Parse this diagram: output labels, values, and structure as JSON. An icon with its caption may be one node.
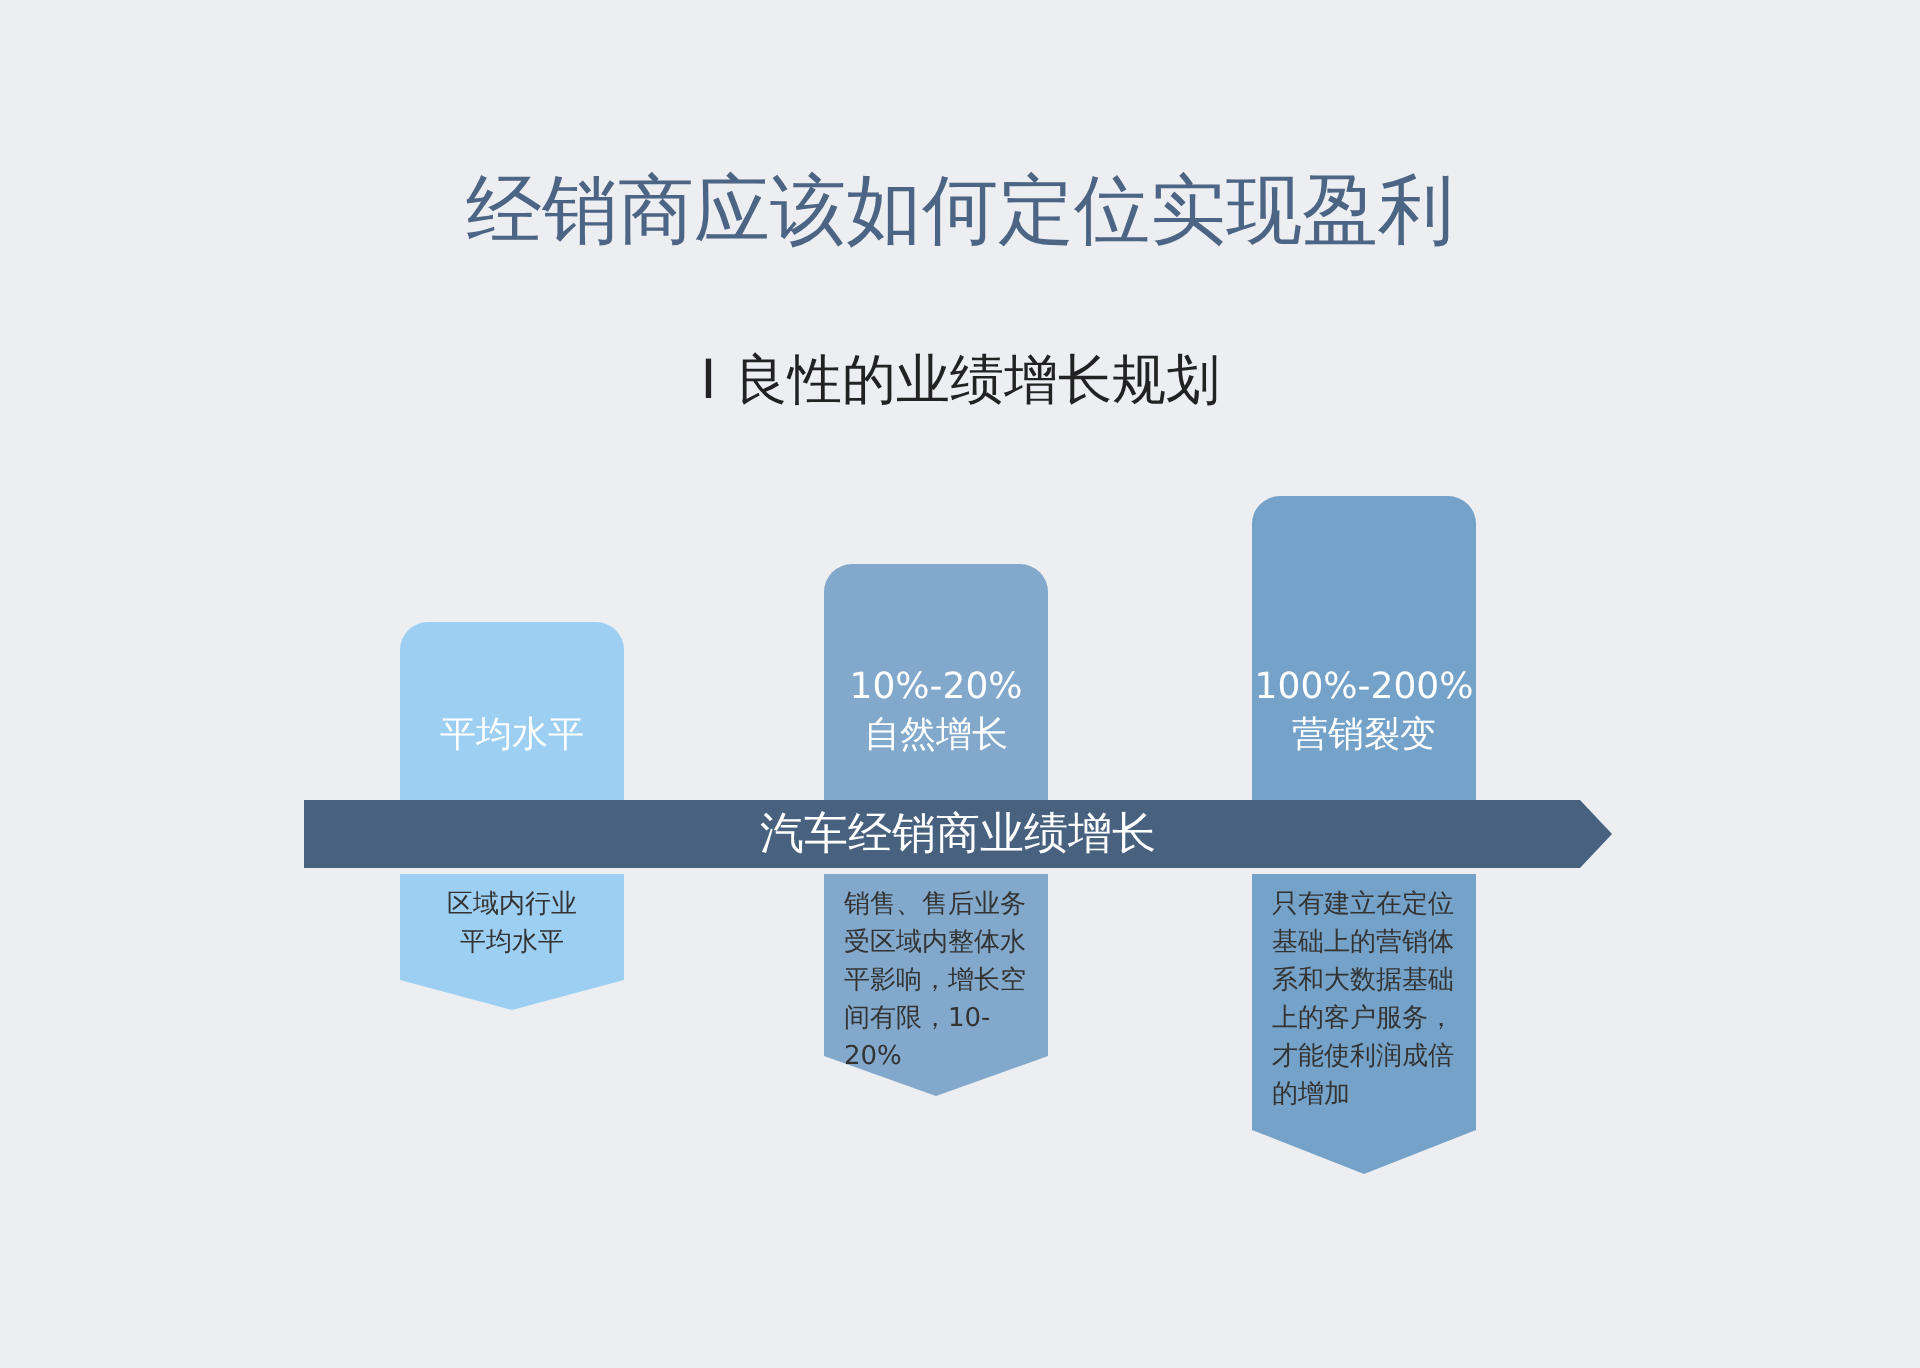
{
  "diagram": {
    "title": "经销商应该如何定位实现盈利",
    "nodes": [
      {
        "text": [
          "平均水平"
        ]
      },
      {
        "text": [
          "10%-20%",
          "自然增长"
        ]
      },
      {
        "text": [
          "100%-200%",
          "营销裂变"
        ]
      },
      {
        "text": [
          "汽车经销商业绩增长"
        ]
      },
      {
        "text": [
          "区域内行业平均水平"
        ]
      },
      {
        "text": [
          "销售、售后业务受区域内整体水平影响，增长空间有限，10-20%"
        ]
      },
      {
        "text": [
          "只有建立在定位基础上的营销体系和大数据基础上的客户服务，才能使利润成倍的增加"
        ]
      }
    ],
    "labels": [
      "Ⅰ 良性的业绩增长规划"
    ]
  }
}
